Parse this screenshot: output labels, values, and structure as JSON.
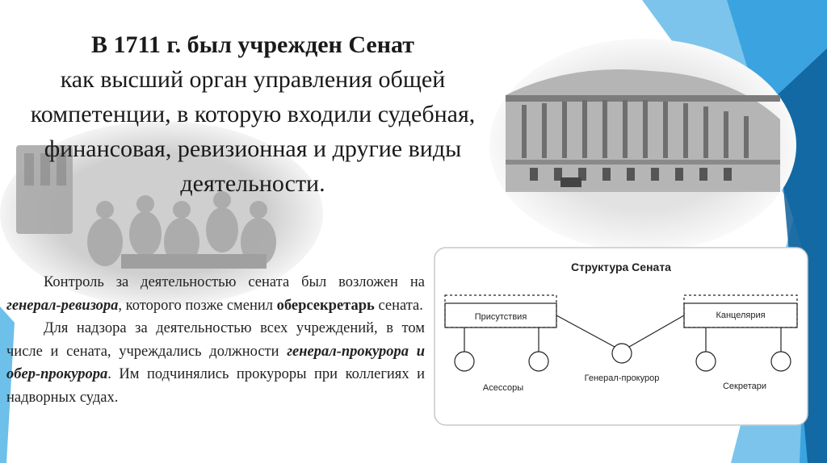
{
  "title": {
    "line1": "В 1711 г. был учрежден Сенат",
    "rest": "как высший орган управления общей компетенции, в которую входили судебная, финансовая, ревизионная и другие виды деятельности."
  },
  "paragraph1": {
    "t1": "Контроль за деятельностью сената был возложен на ",
    "em1": "генерал-ревизора",
    "t2": ", которого позже сменил ",
    "strong1": "оберсекретарь",
    "t3": " сената."
  },
  "paragraph2": {
    "t1": "Для надзора за деятельностью всех учреждений, в том числе и сената, учреждались должности ",
    "em1": "генерал-прокурора и обер-прокурора",
    "t2": ". Им подчинялись прокуроры при коллегиях и надворных судах."
  },
  "diagram": {
    "title": "Структура Сената",
    "box_left": "Присутствия",
    "box_right": "Канцелярия",
    "label_left": "Асессоры",
    "label_center": "Генерал-прокурор",
    "label_right": "Секретари"
  },
  "colors": {
    "accent_blue": "#1e90d6",
    "accent_light_blue": "#7cc4ec",
    "accent_dark_blue": "#0d5f99"
  },
  "images": {
    "left": "senate-session-engraving",
    "right": "senate-building-photo"
  }
}
